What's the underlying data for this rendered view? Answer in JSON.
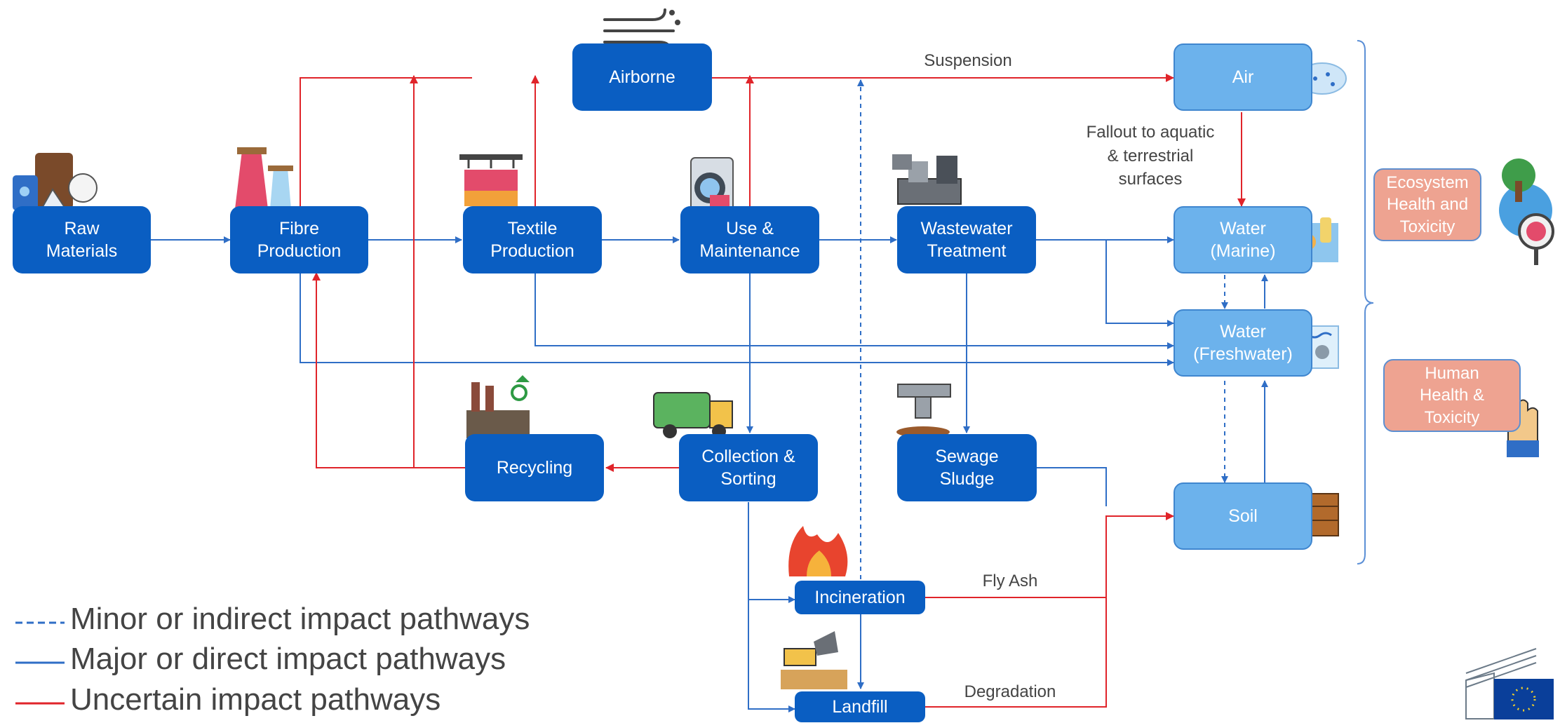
{
  "nodes": {
    "raw_materials": "Raw\nMaterials",
    "fibre_production": "Fibre\nProduction",
    "textile_production": "Textile\nProduction",
    "use_maintenance": "Use &\nMaintenance",
    "wastewater_treatment": "Wastewater\nTreatment",
    "airborne": "Airborne",
    "air": "Air",
    "water_marine": "Water\n(Marine)",
    "water_freshwater": "Water\n(Freshwater)",
    "soil": "Soil",
    "recycling": "Recycling",
    "collection_sorting": "Collection &\nSorting",
    "sewage_sludge": "Sewage\nSludge",
    "incineration": "Incineration",
    "landfill": "Landfill",
    "ecosystem_health": "Ecosystem\nHealth and\nToxicity",
    "human_health": "Human\nHealth &\nToxicity"
  },
  "edge_labels": {
    "suspension": "Suspension",
    "fallout": "Fallout to aquatic\n& terrestrial\nsurfaces",
    "fly_ash": "Fly Ash",
    "degradation": "Degradation"
  },
  "legend": {
    "minor": "Minor or indirect impact pathways",
    "major": "Major or direct impact pathways",
    "uncertain": "Uncertain impact pathways"
  },
  "colors": {
    "node_dark": "#0a5ec2",
    "node_light": "#6cb2ec",
    "node_salmon": "#eea391",
    "major_line": "#2f6ec6",
    "uncertain_line": "#e0242a"
  },
  "icons": [
    "raw-materials-icon",
    "yarn-spools-icon",
    "loom-icon",
    "washing-machine-icon",
    "wastewater-plant-icon",
    "wind-icon",
    "cloud-particles-icon",
    "marine-plastic-icon",
    "freshwater-icon",
    "soil-layers-icon",
    "factory-recycle-icon",
    "garbage-truck-icon",
    "sludge-pipe-icon",
    "fire-icon",
    "dump-truck-icon",
    "earth-tree-magnifier-icon",
    "hand-particles-icon",
    "eu-commission-logo"
  ]
}
